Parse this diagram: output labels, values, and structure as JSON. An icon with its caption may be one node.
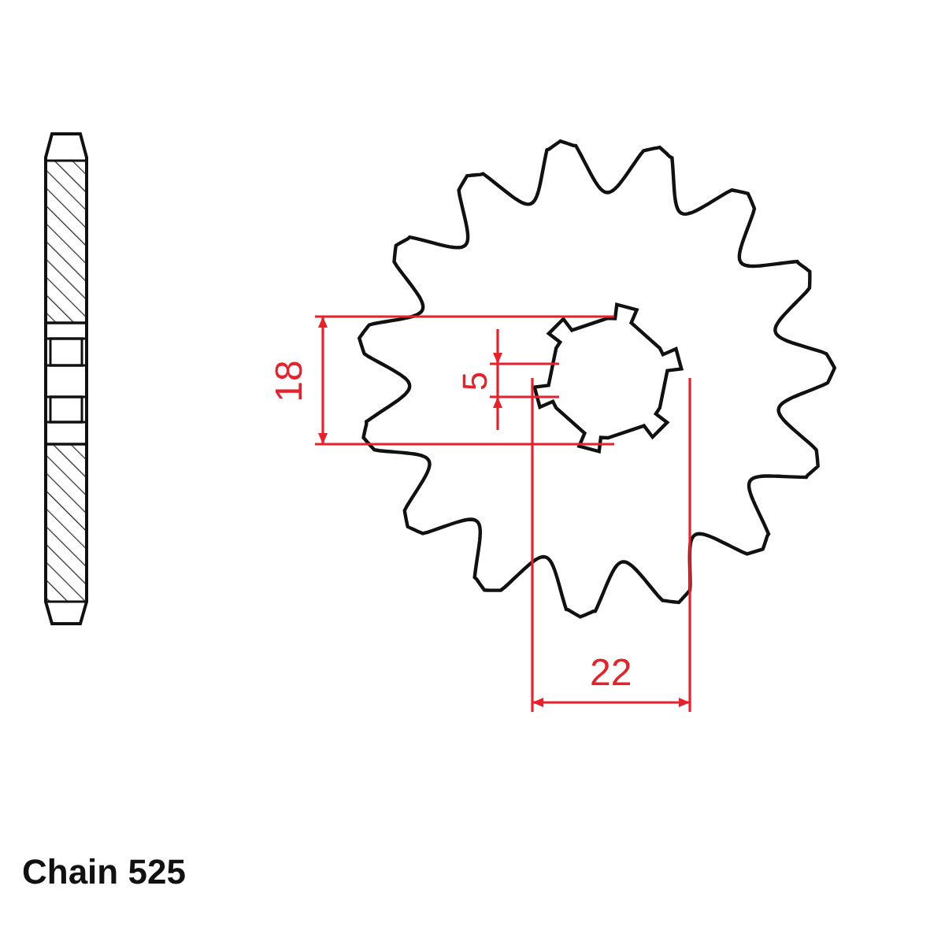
{
  "diagram": {
    "labels": [
      "18",
      "5",
      "22",
      "Chain 525"
    ]
  }
}
